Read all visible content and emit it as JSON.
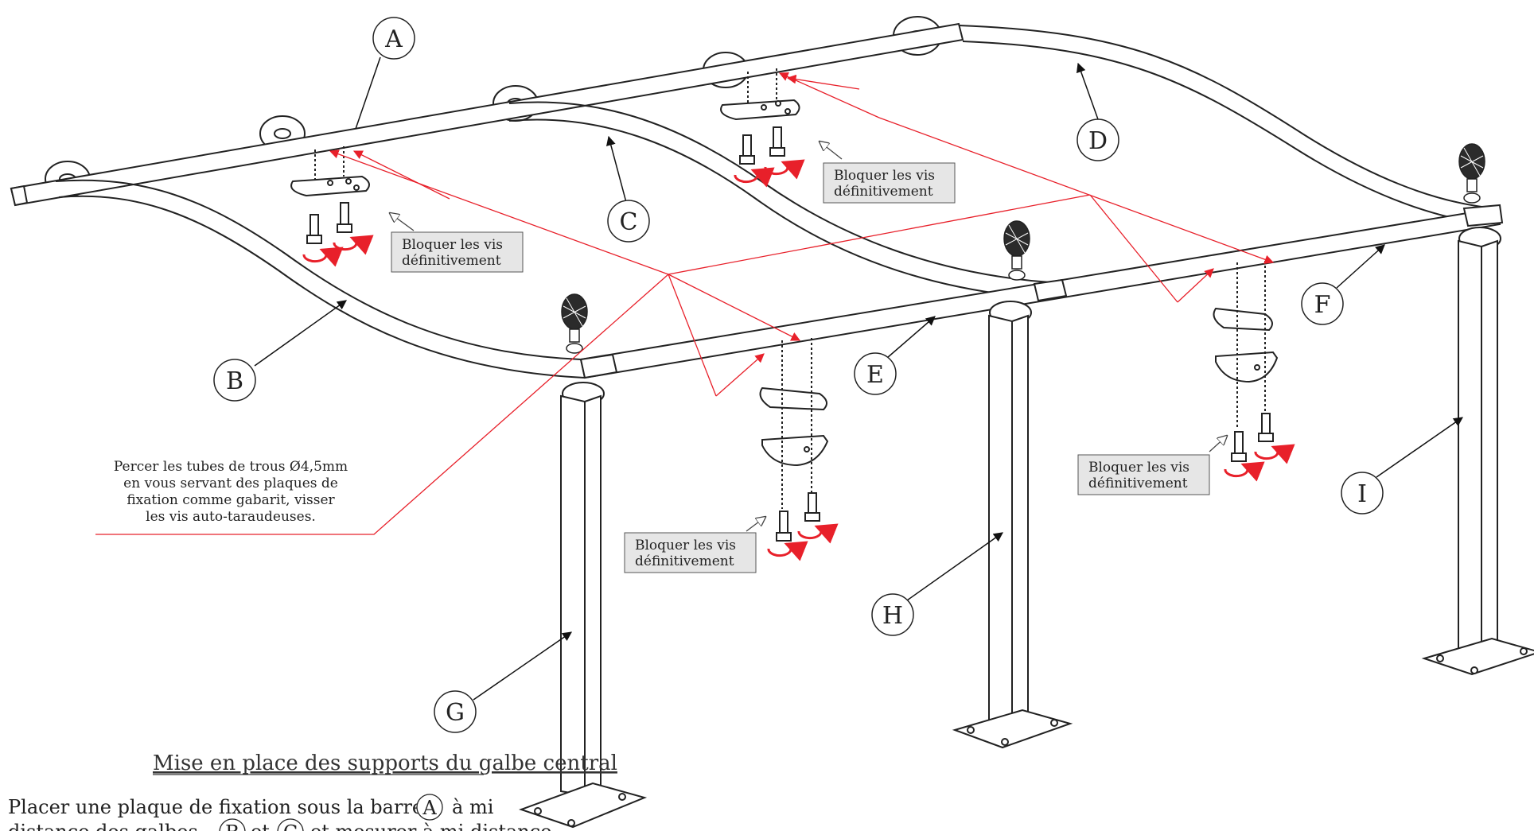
{
  "labels": {
    "A": "A",
    "B": "B",
    "C": "C",
    "D": "D",
    "E": "E",
    "F": "F",
    "G": "G",
    "H": "H",
    "I": "I"
  },
  "callout_text": {
    "line1": "Bloquer les vis",
    "line2": "définitivement"
  },
  "drill_note": {
    "line1": "Percer les tubes de trous Ø4,5mm",
    "line2": "en vous servant des plaques de",
    "line3": "fixation comme gabarit, visser",
    "line4": "les vis auto-taraudeuses."
  },
  "section_title": "Mise en place des supports du galbe central",
  "instruction": {
    "line1_a": "Placer une plaque de fixation sous la barre",
    "line1_ref": "A",
    "line1_b": "à mi",
    "line2_a": "distance des galbes",
    "line2_ref1": "B",
    "line2_mid": "et",
    "line2_ref2": "C",
    "line2_b": "et mesurer à mi distance"
  },
  "colors": {
    "frame_fill": "#ffffff",
    "frame_stroke": "#222222",
    "accent_red": "#e8202a",
    "callout_bg": "#e6e6e6"
  }
}
